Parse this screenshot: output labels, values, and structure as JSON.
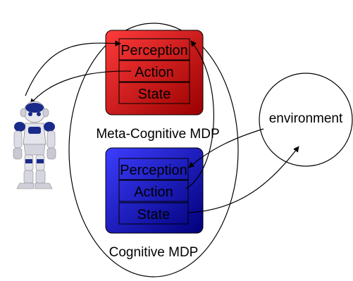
{
  "labels": {
    "meta_cognitive": "Meta-Cognitive MDP",
    "cognitive": "Cognitive MDP",
    "environment": "environment"
  },
  "meta_box": {
    "rows": [
      "Perception",
      "Action",
      "State"
    ],
    "color_top": "#ff3b3b",
    "color_bottom": "#9a0000"
  },
  "cog_box": {
    "rows": [
      "Perception",
      "Action",
      "State"
    ],
    "color_top": "#3d3dff",
    "color_bottom": "#00007a"
  },
  "robot": {
    "icon": "humanoid-robot-icon",
    "accent": "#1a2a8a"
  }
}
